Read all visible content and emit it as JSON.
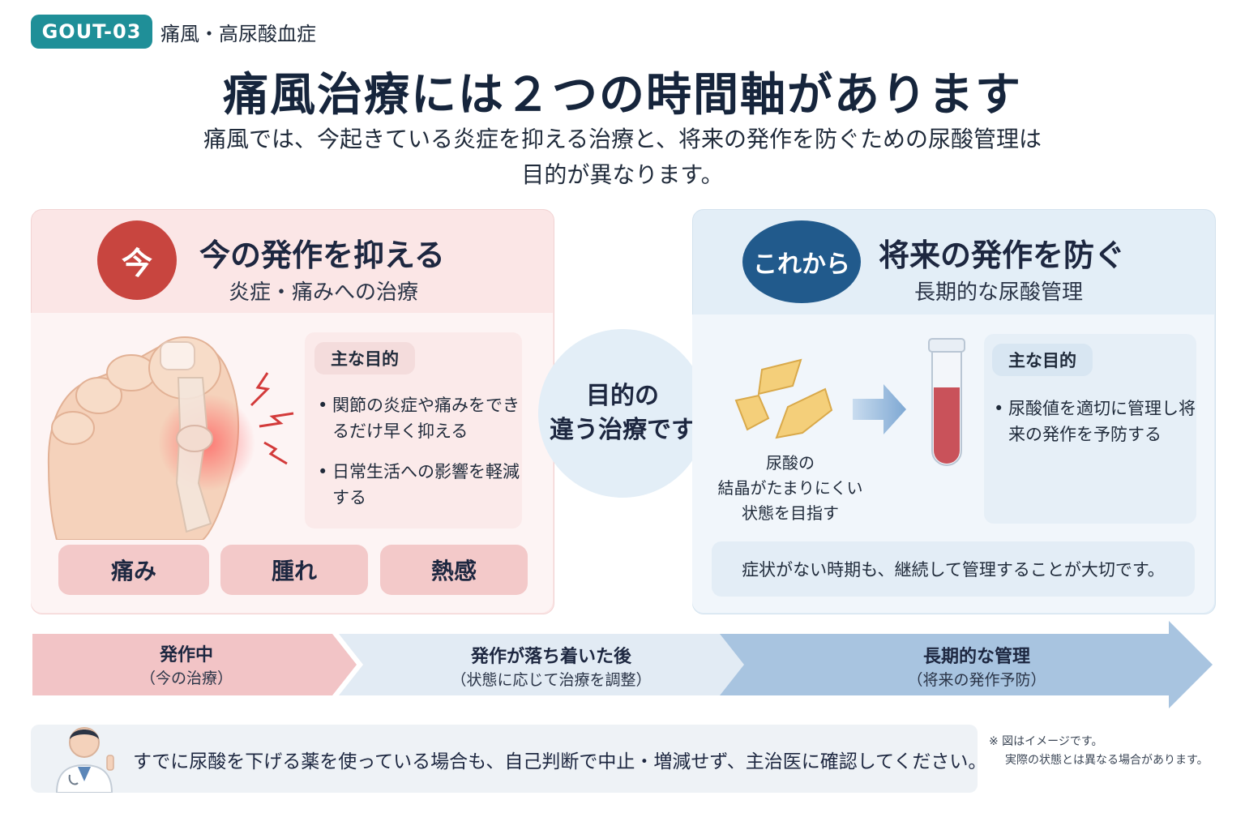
{
  "header": {
    "tag": "GOUT-03",
    "category": "痛風・高尿酸血症",
    "title": "痛風治療には２つの時間軸があります",
    "subtitle_line1": "痛風では、今起きている炎症を抑える治療と、将来の発作を防ぐための尿酸管理は",
    "subtitle_line2": "目的が異なります。"
  },
  "left_panel": {
    "badge": "今",
    "title": "今の発作を抑える",
    "subtitle": "炎症・痛みへの治療",
    "goal_label": "主な目的",
    "goals": [
      "関節の炎症や痛みをできるだけ早く抑える",
      "日常生活への影響を軽減する"
    ],
    "symptoms": [
      "痛み",
      "腫れ",
      "熱感"
    ]
  },
  "center": {
    "line1": "目的の",
    "line2": "違う治療です"
  },
  "right_panel": {
    "badge": "これから",
    "title": "将来の発作を防ぐ",
    "subtitle": "長期的な尿酸管理",
    "goal_label": "主な目的",
    "goals": [
      "尿酸値を適切に管理し将来の発作を予防する"
    ],
    "crystal_caption_1": "尿酸の",
    "crystal_caption_2": "結晶がたまりにくい",
    "crystal_caption_3": "状態を目指す",
    "note": "症状がない時期も、継続して管理することが大切です。"
  },
  "timeline": [
    {
      "title": "発作中",
      "sub": "（今の治療）",
      "color": "#f2c4c6"
    },
    {
      "title": "発作が落ち着いた後",
      "sub": "（状態に応じて治療を調整）",
      "color": "#e2ebf4"
    },
    {
      "title": "長期的な管理",
      "sub": "（将来の発作予防）",
      "color": "#a8c4e0"
    }
  ],
  "bottom": {
    "message": "すでに尿酸を下げる薬を使っている場合も、自己判断で中止・増減せず、主治医に確認してください。",
    "footnote_1": "※ 図はイメージです。",
    "footnote_2": "実際の状態とは異なる場合があります。"
  },
  "colors": {
    "teal": "#1f8f98",
    "red": "#c8453f",
    "navy": "#215a8c"
  }
}
